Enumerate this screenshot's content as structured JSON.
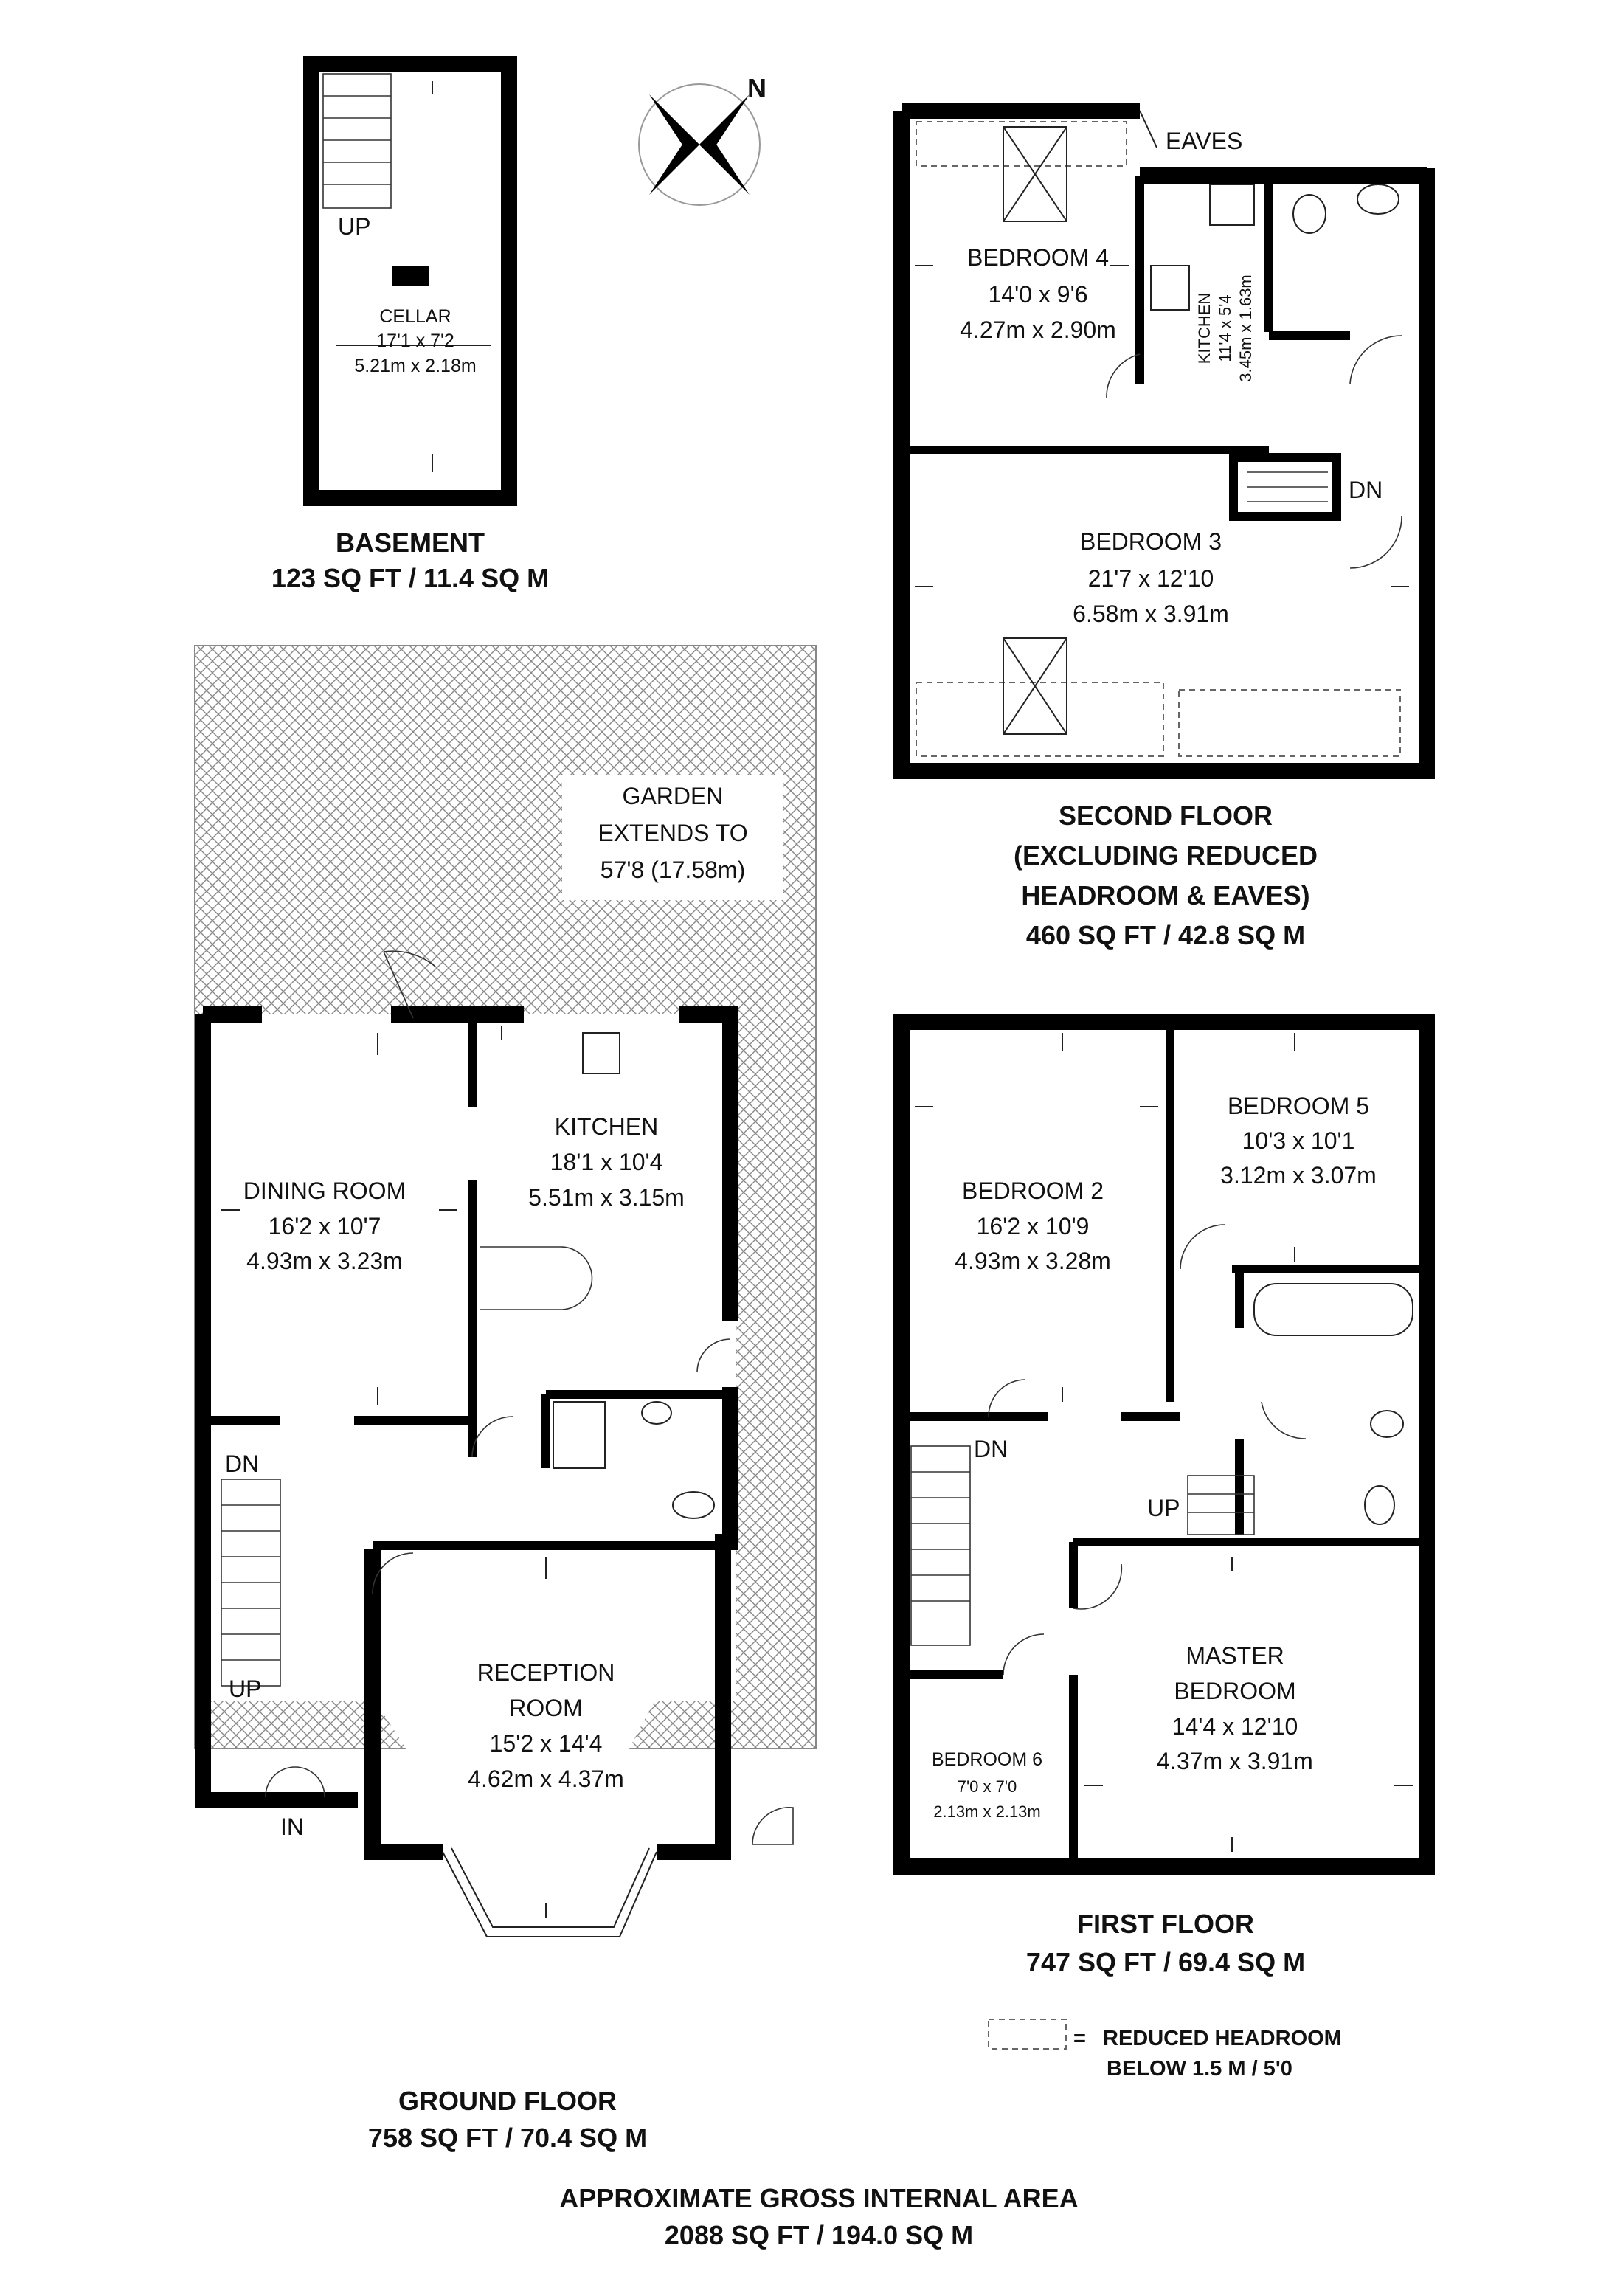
{
  "compass": {
    "north_label": "N"
  },
  "basement": {
    "room": {
      "name": "CELLAR",
      "size_imperial": "17'1 x 7'2",
      "size_metric": "5.21m x 2.18m"
    },
    "stair_label": "UP",
    "caption_title": "BASEMENT",
    "caption_area": "123 SQ FT / 11.4 SQ M"
  },
  "second_floor": {
    "eaves_label": "EAVES",
    "rooms": {
      "bedroom4": {
        "name": "BEDROOM 4",
        "size_imperial": "14'0 x 9'6",
        "size_metric": "4.27m x 2.90m"
      },
      "kitchen": {
        "name": "KITCHEN",
        "size_imperial": "11'4 x 5'4",
        "size_metric": "3.45m x 1.63m"
      },
      "bedroom3": {
        "name": "BEDROOM 3",
        "size_imperial": "21'7 x 12'10",
        "size_metric": "6.58m x 3.91m"
      }
    },
    "stair_label": "DN",
    "caption_line1": "SECOND FLOOR",
    "caption_line2": "(EXCLUDING REDUCED",
    "caption_line3": "HEADROOM & EAVES)",
    "caption_area": "460 SQ FT / 42.8 SQ M"
  },
  "garden": {
    "line1": "GARDEN",
    "line2": "EXTENDS TO",
    "line3": "57'8 (17.58m)"
  },
  "ground_floor": {
    "rooms": {
      "dining": {
        "name": "DINING ROOM",
        "size_imperial": "16'2 x 10'7",
        "size_metric": "4.93m x 3.23m"
      },
      "kitchen": {
        "name": "KITCHEN",
        "size_imperial": "18'1 x 10'4",
        "size_metric": "5.51m x 3.15m"
      },
      "reception": {
        "name_line1": "RECEPTION",
        "name_line2": "ROOM",
        "size_imperial": "15'2 x 14'4",
        "size_metric": "4.62m x 4.37m"
      }
    },
    "stair_dn": "DN",
    "stair_up": "UP",
    "entrance": "IN",
    "caption_title": "GROUND FLOOR",
    "caption_area": "758 SQ FT / 70.4 SQ M"
  },
  "first_floor": {
    "rooms": {
      "bedroom2": {
        "name": "BEDROOM 2",
        "size_imperial": "16'2 x 10'9",
        "size_metric": "4.93m x 3.28m"
      },
      "bedroom5": {
        "name": "BEDROOM 5",
        "size_imperial": "10'3 x 10'1",
        "size_metric": "3.12m x 3.07m"
      },
      "master": {
        "name_line1": "MASTER",
        "name_line2": "BEDROOM",
        "size_imperial": "14'4 x 12'10",
        "size_metric": "4.37m x 3.91m"
      },
      "bedroom6": {
        "name": "BEDROOM 6",
        "size_imperial": "7'0 x 7'0",
        "size_metric": "2.13m x 2.13m"
      }
    },
    "stair_dn": "DN",
    "stair_up": "UP",
    "caption_title": "FIRST FLOOR",
    "caption_area": "747 SQ FT / 69.4 SQ M"
  },
  "legend": {
    "symbol": "=",
    "line1": "REDUCED HEADROOM",
    "line2": "BELOW 1.5 M / 5'0"
  },
  "total": {
    "line1": "APPROXIMATE GROSS INTERNAL AREA",
    "line2": "2088 SQ FT / 194.0 SQ M"
  }
}
